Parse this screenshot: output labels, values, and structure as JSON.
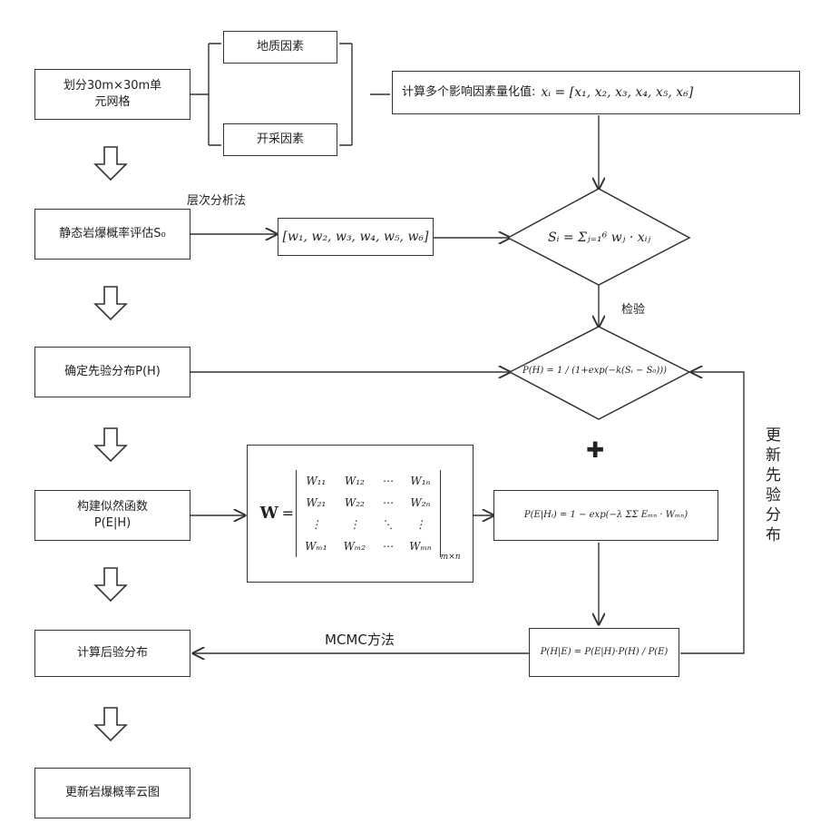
{
  "boxes": {
    "grid": "划分30m×30m单元网格",
    "geo_factor": "地质因素",
    "mining_factor": "开采因素",
    "quantify": "计算多个影响因素量化值:",
    "quantify_formula": "xᵢ = [x₁, x₂, x₃, x₄, x₅, x₆]",
    "static_eval": "静态岩爆概率评估S₀",
    "weights": "[w₁, w₂, w₃, w₄, w₅, w₆]",
    "prior": "确定先验分布P(H)",
    "likelihood": "构建似然函数P(E|H)",
    "posterior": "计算后验分布",
    "update_map": "更新岩爆概率云图"
  },
  "formulas": {
    "si": "Sᵢ = Σⱼ₌₁⁶ wⱼ · xᵢⱼ",
    "prior_fn": "P(H) = 1 / (1+exp(−k(Sᵢ − S₀)))",
    "likelihood_fn": "P(E|Hᵢ) = 1 − exp(−λ ΣΣ Eₘₙ · Wₘₙ)",
    "bayes": "P(H|E) = P(E|H)·P(H) / P(E)"
  },
  "matrix": {
    "symbol": "W",
    "rows": [
      [
        "W₁₁",
        "W₁₂",
        "⋯",
        "W₁ₙ"
      ],
      [
        "W₂₁",
        "W₂₂",
        "⋯",
        "W₂ₙ"
      ],
      [
        "⋮",
        "⋮",
        "⋱",
        "⋮"
      ],
      [
        "Wₘ₁",
        "Wₘ₂",
        "⋯",
        "Wₘₙ"
      ]
    ],
    "subscript": "m×n"
  },
  "labels": {
    "ahp": "层次分析法",
    "check": "检验",
    "mcmc": "MCMC方法",
    "update_prior": "更新先验分布",
    "plus": "✚"
  }
}
